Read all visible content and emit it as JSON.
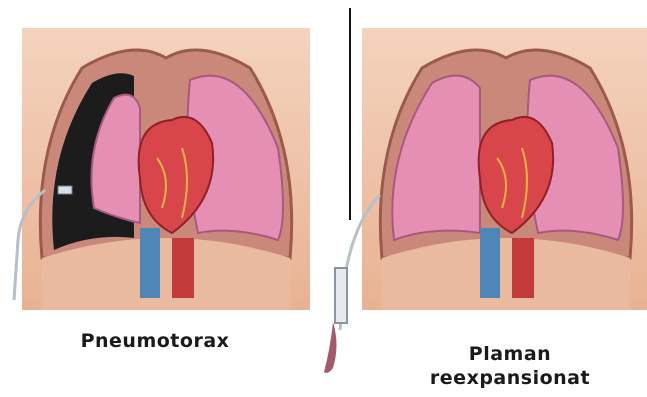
{
  "captions": {
    "left": "Pneumotorax",
    "right_line1": "Plaman",
    "right_line2": "reexpansionat"
  },
  "colors": {
    "skin": "#f0c7a8",
    "lung": "#e58fb4",
    "heart": "#d8454b",
    "air_space": "#1c1c1c",
    "vessel_blue": "#4f86b8"
  }
}
